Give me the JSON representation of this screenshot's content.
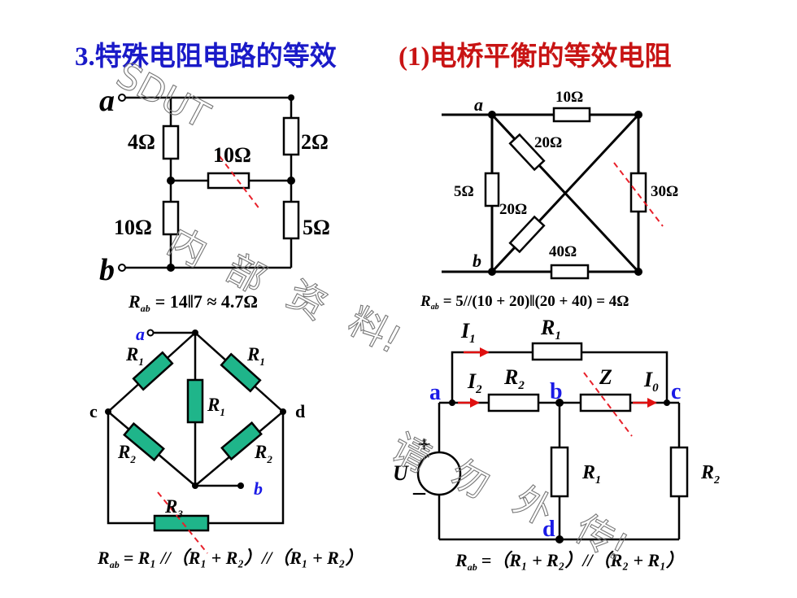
{
  "title": {
    "part1": "3.特殊电阻电路的等效",
    "part2": "(1)电桥平衡的等效电阻"
  },
  "watermark": [
    "SDUT",
    "内",
    "部",
    "资",
    "料!",
    "请",
    "勿",
    "外",
    "传!"
  ],
  "colors": {
    "title_blue": "#1a1ac8",
    "title_red": "#c81414",
    "resistor_green": "#1fb58a",
    "dash_red": "#e8202a",
    "node_blue": "#1a1ae6",
    "arrow_red": "#e01010"
  },
  "c1": {
    "node_a": "a",
    "node_b": "b",
    "r_left_top": "4Ω",
    "r_right_top": "2Ω",
    "r_middle": "10Ω",
    "r_left_bottom": "10Ω",
    "r_right_bottom": "5Ω",
    "formula": {
      "r": "R",
      "sub": "ab",
      "rest": "= 14‖7 ≈ 4.7Ω"
    }
  },
  "c2": {
    "node_a": "a",
    "node_b": "b",
    "r_top": "10Ω",
    "r_diag1": "20Ω",
    "r_left": "5Ω",
    "r_diag2": "20Ω",
    "r_right": "30Ω",
    "r_bottom": "40Ω",
    "formula": {
      "r": "R",
      "sub": "ab",
      "rest": "= 5//(10 + 20)‖(20 + 40) = 4Ω"
    }
  },
  "c3": {
    "node_a": "a",
    "node_c": "c",
    "node_d": "d",
    "node_b": "b",
    "r_ul": "R",
    "r_ul_sub": "1",
    "r_ur": "R",
    "r_ur_sub": "1",
    "r_mid": "R",
    "r_mid_sub": "1",
    "r_ll": "R",
    "r_ll_sub": "2",
    "r_lr": "R",
    "r_lr_sub": "2",
    "r_bot": "R",
    "r_bot_sub": "3",
    "formula": {
      "r": "R",
      "sub": "ab",
      "rest": "= R₁ //（R₁ + R₂）//（R₁ + R₂）"
    }
  },
  "c4": {
    "i1": "I",
    "i1_sub": "1",
    "r_top": "R",
    "r_top_sub": "1",
    "node_a": "a",
    "i2": "I",
    "i2_sub": "2",
    "r2_mid": "R",
    "r2_mid_sub": "2",
    "node_b": "b",
    "z": "Z",
    "i0": "I",
    "i0_sub": "0",
    "node_c": "c",
    "src_plus": "+",
    "src_minus": "–",
    "src_u": "U",
    "r1_v": "R",
    "r1_v_sub": "1",
    "r2_v": "R",
    "r2_v_sub": "2",
    "node_d": "d",
    "formula": {
      "r": "R",
      "sub": "ab",
      "rest": "=（R₁ + R₂）//（R₂ + R₁）"
    }
  }
}
